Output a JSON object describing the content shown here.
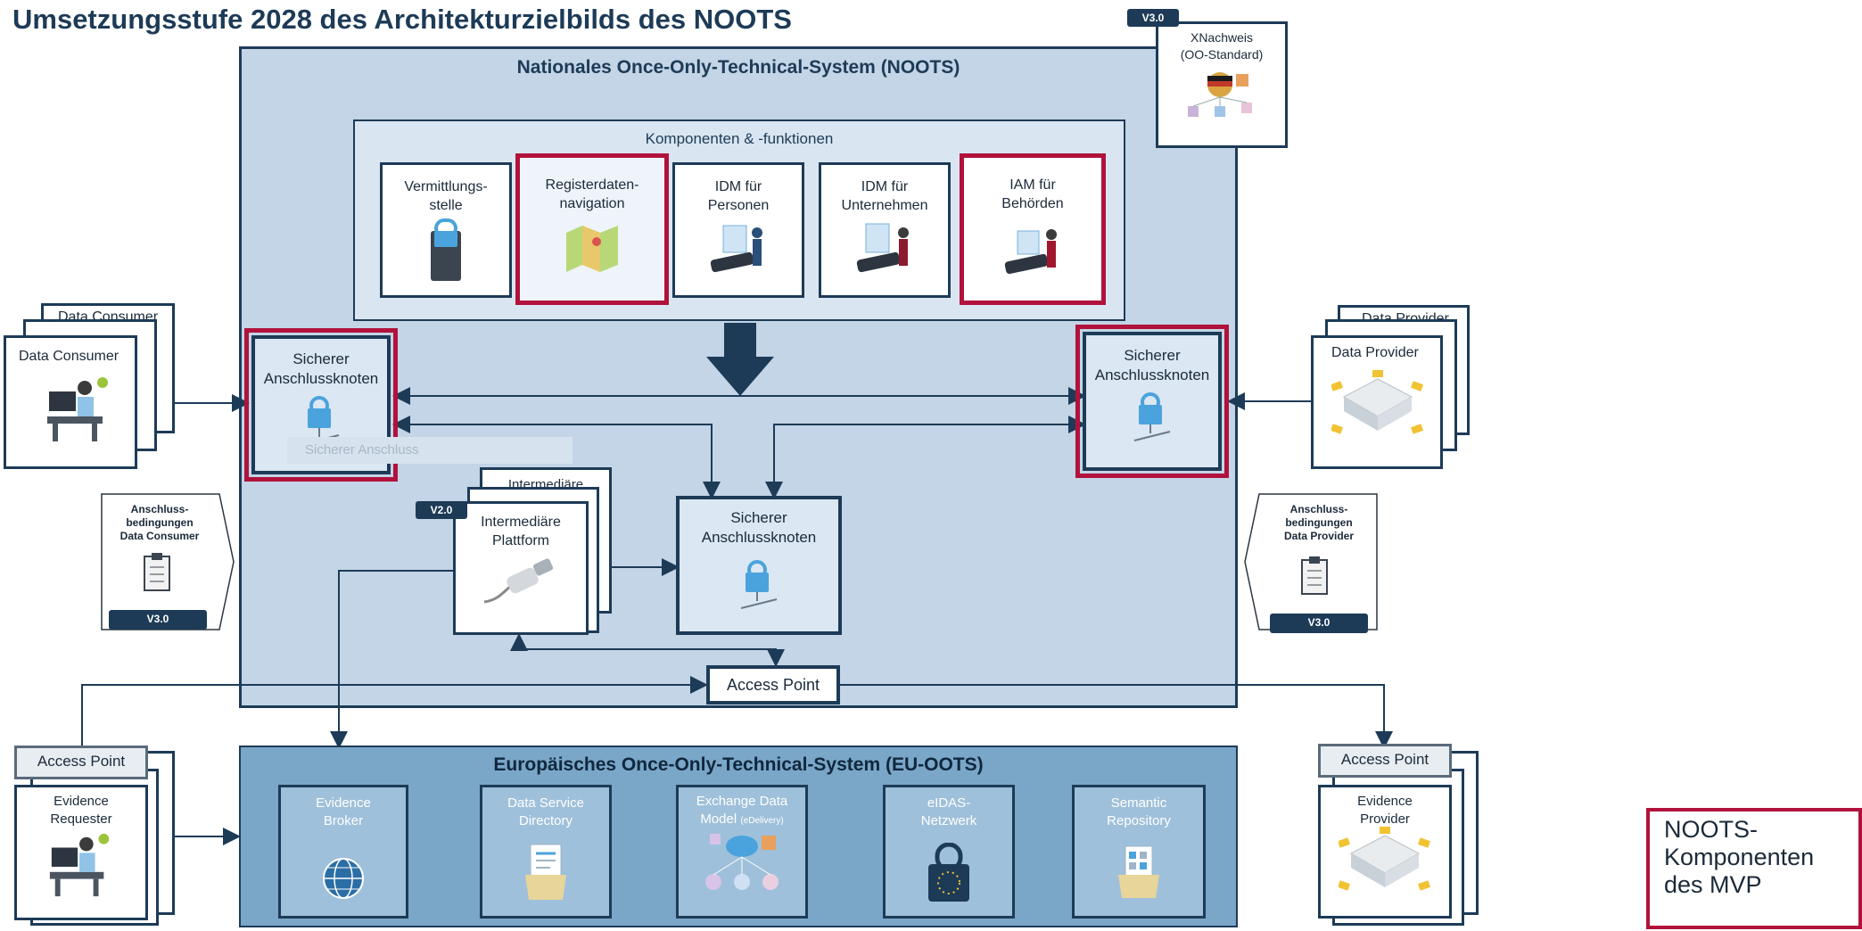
{
  "title": "Umsetzungsstufe 2028 des Architekturzielbilds des NOOTS",
  "noots": {
    "title": "Nationales Once-Only-Technical-System (NOOTS)",
    "components_title": "Komponenten & -funktionen",
    "components": [
      {
        "label": "Vermittlungs-\nstelle",
        "icon": "server-lock-icon",
        "highlighted": false
      },
      {
        "label": "Registerdaten-\nnavigation",
        "icon": "map-icon",
        "highlighted": true
      },
      {
        "label": "IDM für\nPersonen",
        "icon": "person-device-icon",
        "highlighted": false
      },
      {
        "label": "IDM für\nUnternehmen",
        "icon": "company-device-icon",
        "highlighted": false
      },
      {
        "label": "IAM für\nBehörden",
        "icon": "authority-device-icon",
        "highlighted": true
      }
    ],
    "node_left": "Sicherer\nAnschlussknoten",
    "node_right": "Sicherer\nAnschlussknoten",
    "node_center": "Sicherer\nAnschlussknoten",
    "ghost_label": "Sicherer Anschluss",
    "intermediary_back": "Intermediäre",
    "intermediary_front": "Intermediäre\nPlattform",
    "intermediary_badge": "V2.0",
    "access_point": "Access Point"
  },
  "xnachweis": {
    "label": "XNachweis\n(OO-Standard)",
    "badge": "V3.0"
  },
  "left": {
    "consumer_back": "Data Consumer",
    "consumer_front": "Data Consumer",
    "conditions": "Anschluss-\nbedingungen\nData Consumer",
    "conditions_badge": "V3.0",
    "access_point": "Access Point",
    "evidence_requester": "Evidence\nRequester"
  },
  "right": {
    "provider_back": "Data Provider",
    "provider_front": "Data Provider",
    "conditions": "Anschluss-\nbedingungen\nData Provider",
    "conditions_badge": "V3.0",
    "access_point": "Access Point",
    "evidence_provider": "Evidence\nProvider"
  },
  "eu_oots": {
    "title": "Europäisches Once-Only-Technical-System (EU-OOTS)",
    "components": [
      {
        "label": "Evidence\nBroker",
        "icon": "globe-icon"
      },
      {
        "label": "Data Service\nDirectory",
        "icon": "directory-folder-icon"
      },
      {
        "label": "Exchange Data\nModel",
        "sub": "(eDelivery)",
        "icon": "cloud-exchange-icon"
      },
      {
        "label": "eIDAS-\nNetzwerk",
        "icon": "eu-lock-icon"
      },
      {
        "label": "Semantic\nRepository",
        "icon": "repository-folder-icon"
      }
    ]
  },
  "legend": "NOOTS-\nKomponenten\ndes MVP",
  "colors": {
    "navy": "#1d3b57",
    "highlight": "#b1123c",
    "noots_bg": "#c3d5e6",
    "eu_bg": "#7aa6c8"
  }
}
